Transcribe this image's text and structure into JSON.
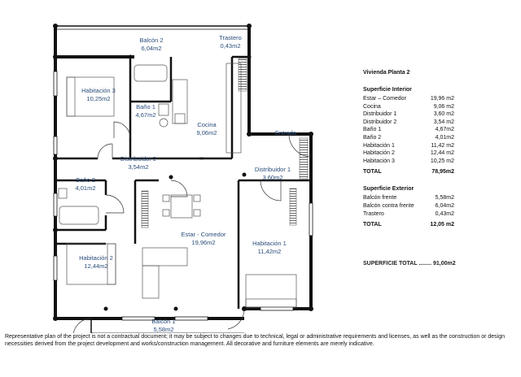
{
  "plan": {
    "rooms": [
      {
        "name": "Balcón 2",
        "area": "6,04m2"
      },
      {
        "name": "Trastero",
        "area": "0,43m2"
      },
      {
        "name": "Habitación 3",
        "area": "10,25m2"
      },
      {
        "name": "Baño 1",
        "area": "4,67m2"
      },
      {
        "name": "Cocina",
        "area": "9,06m2"
      },
      {
        "name": "Entrada",
        "area": ""
      },
      {
        "name": "Distribuidor 2",
        "area": "3,54m2"
      },
      {
        "name": "Distribuidor 1",
        "area": "3,60m2"
      },
      {
        "name": "Baño 2",
        "area": "4,01m2"
      },
      {
        "name": "Estar - Comedor",
        "area": "19,96m2"
      },
      {
        "name": "Habitación 2",
        "area": "12,44m2"
      },
      {
        "name": "Habitación 1",
        "area": "11,42m2"
      },
      {
        "name": "Balcón 1",
        "area": "5,58m2"
      }
    ]
  },
  "legend": {
    "title": "Vivienda Planta 2",
    "interior_title": "Superficie Interior",
    "interior": [
      {
        "label": "Estar – Comedor",
        "value": "19,96 m2"
      },
      {
        "label": "Cocina",
        "value": "9,06 m2"
      },
      {
        "label": "Distribuidor 1",
        "value": "3,60 m2"
      },
      {
        "label": "Distribuidor 2",
        "value": "3,54 m2"
      },
      {
        "label": "Baño 1",
        "value": "4,67m2"
      },
      {
        "label": "Baño 2",
        "value": "4,01m2"
      },
      {
        "label": "Habitación 1",
        "value": "11,42 m2"
      },
      {
        "label": "Habitación 2",
        "value": "12,44 m2"
      },
      {
        "label": "Habitación 3",
        "value": "10,25 m2"
      }
    ],
    "interior_total_label": "TOTAL",
    "interior_total_value": "78,95m2",
    "exterior_title": "Superficie Exterior",
    "exterior": [
      {
        "label": "Balcón frente",
        "value": "5,58m2"
      },
      {
        "label": "Balcón contra frente",
        "value": "6,04m2"
      },
      {
        "label": "Trastero",
        "value": "0,43m2"
      }
    ],
    "exterior_total_label": "TOTAL",
    "exterior_total_value": "12,05 m2",
    "grand_total_label": "SUPERFICIE TOTAL",
    "grand_total_value": "91,00m2"
  },
  "disclaimer": "Representative plan of the project is not a contractual document; it may be subject to changes due to technical, legal or administrative requirements and licenses, as well as the construction or design necessities derived from the project development and works/construction management. All decorative and furniture elements are merely indicative.",
  "colors": {
    "wall": "#111111",
    "label": "#2a4d7a",
    "fixture": "#555555"
  }
}
